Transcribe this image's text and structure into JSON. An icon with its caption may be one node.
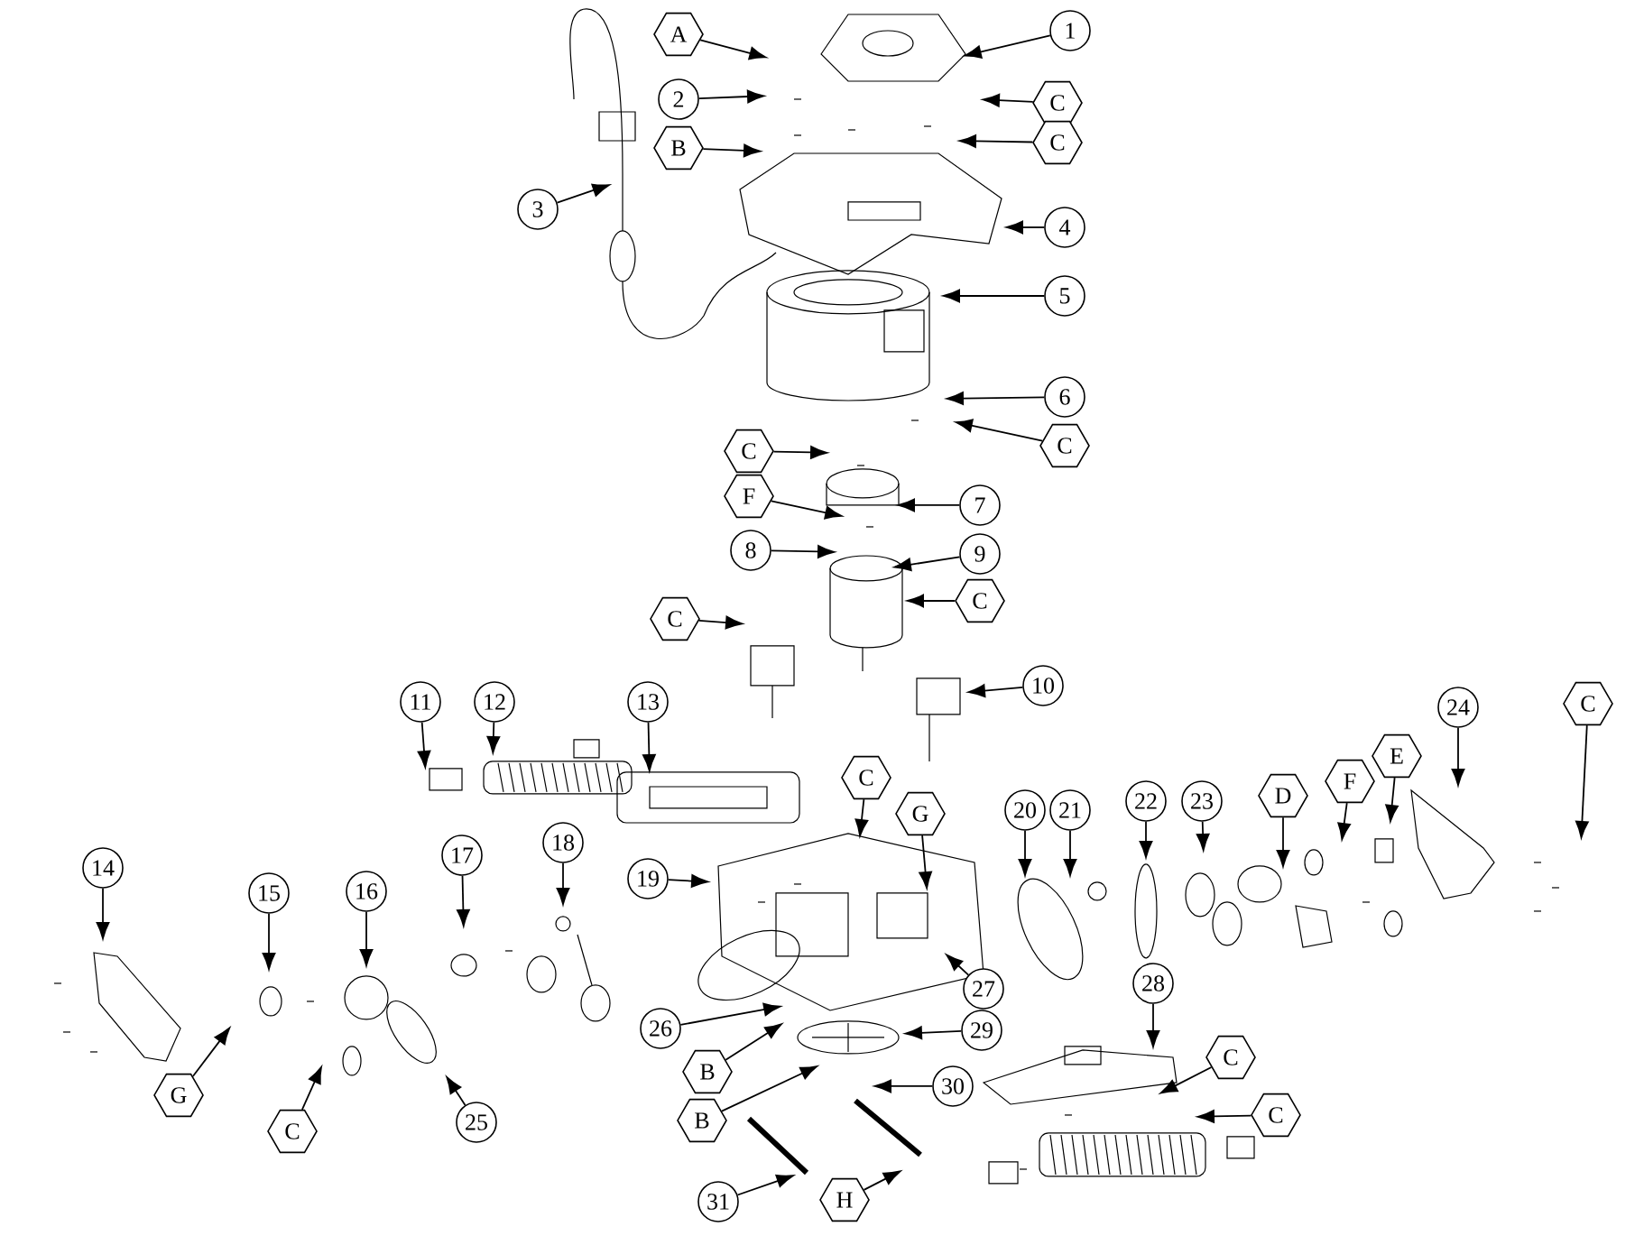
{
  "diagram": {
    "nodes": [
      {
        "text": [
          "1"
        ]
      },
      {
        "text": [
          "A"
        ]
      },
      {
        "text": [
          "2"
        ]
      },
      {
        "text": [
          "C"
        ]
      },
      {
        "text": [
          "C"
        ]
      },
      {
        "text": [
          "B"
        ]
      },
      {
        "text": [
          "3"
        ]
      },
      {
        "text": [
          "4"
        ]
      },
      {
        "text": [
          "5"
        ]
      },
      {
        "text": [
          "6"
        ]
      },
      {
        "text": [
          "C"
        ]
      },
      {
        "text": [
          "C"
        ]
      },
      {
        "text": [
          "F"
        ]
      },
      {
        "text": [
          "7"
        ]
      },
      {
        "text": [
          "8"
        ]
      },
      {
        "text": [
          "9"
        ]
      },
      {
        "text": [
          "C"
        ]
      },
      {
        "text": [
          "C"
        ]
      },
      {
        "text": [
          "10"
        ]
      },
      {
        "text": [
          "11"
        ]
      },
      {
        "text": [
          "12"
        ]
      },
      {
        "text": [
          "13"
        ]
      },
      {
        "text": [
          "C"
        ]
      },
      {
        "text": [
          "G"
        ]
      },
      {
        "text": [
          "14"
        ]
      },
      {
        "text": [
          "15"
        ]
      },
      {
        "text": [
          "16"
        ]
      },
      {
        "text": [
          "17"
        ]
      },
      {
        "text": [
          "18"
        ]
      },
      {
        "text": [
          "19"
        ]
      },
      {
        "text": [
          "20"
        ]
      },
      {
        "text": [
          "21"
        ]
      },
      {
        "text": [
          "22"
        ]
      },
      {
        "text": [
          "23"
        ]
      },
      {
        "text": [
          "D"
        ]
      },
      {
        "text": [
          "F"
        ]
      },
      {
        "text": [
          "E"
        ]
      },
      {
        "text": [
          "24"
        ]
      },
      {
        "text": [
          "C"
        ]
      },
      {
        "text": [
          "25"
        ]
      },
      {
        "text": [
          "26"
        ]
      },
      {
        "text": [
          "27"
        ]
      },
      {
        "text": [
          "29"
        ]
      },
      {
        "text": [
          "B"
        ]
      },
      {
        "text": [
          "28"
        ]
      },
      {
        "text": [
          "C"
        ]
      },
      {
        "text": [
          "30"
        ]
      },
      {
        "text": [
          "B"
        ]
      },
      {
        "text": [
          "C"
        ]
      },
      {
        "text": [
          "C"
        ]
      },
      {
        "text": [
          "G"
        ]
      },
      {
        "text": [
          "31"
        ]
      },
      {
        "text": [
          "H"
        ]
      }
    ],
    "edges": [
      {
        "from": 0,
        "to": null,
        "arrow": "to"
      },
      {
        "from": 1,
        "to": null,
        "arrow": "to"
      },
      {
        "from": 2,
        "to": null,
        "arrow": "to"
      },
      {
        "from": 3,
        "to": null,
        "arrow": "to"
      },
      {
        "from": 4,
        "to": null,
        "arrow": "to"
      },
      {
        "from": 5,
        "to": null,
        "arrow": "to"
      },
      {
        "from": 6,
        "to": null,
        "arrow": "to"
      },
      {
        "from": 7,
        "to": null,
        "arrow": "to"
      },
      {
        "from": 8,
        "to": null,
        "arrow": "to"
      },
      {
        "from": 9,
        "to": null,
        "arrow": "to"
      },
      {
        "from": 10,
        "to": null,
        "arrow": "to"
      },
      {
        "from": 11,
        "to": null,
        "arrow": "to"
      },
      {
        "from": 12,
        "to": null,
        "arrow": "to"
      },
      {
        "from": 13,
        "to": null,
        "arrow": "to"
      },
      {
        "from": 14,
        "to": null,
        "arrow": "to"
      },
      {
        "from": 15,
        "to": null,
        "arrow": "to"
      },
      {
        "from": 16,
        "to": null,
        "arrow": "to"
      },
      {
        "from": 17,
        "to": null,
        "arrow": "to"
      },
      {
        "from": 18,
        "to": null,
        "arrow": "to"
      },
      {
        "from": 19,
        "to": null,
        "arrow": "to"
      },
      {
        "from": 20,
        "to": null,
        "arrow": "to"
      },
      {
        "from": 21,
        "to": null,
        "arrow": "to"
      },
      {
        "from": 22,
        "to": null,
        "arrow": "to"
      },
      {
        "from": 23,
        "to": null,
        "arrow": "to"
      },
      {
        "from": 24,
        "to": null,
        "arrow": "to"
      },
      {
        "from": 25,
        "to": null,
        "arrow": "to"
      },
      {
        "from": 26,
        "to": null,
        "arrow": "to"
      },
      {
        "from": 27,
        "to": null,
        "arrow": "to"
      },
      {
        "from": 28,
        "to": null,
        "arrow": "to"
      },
      {
        "from": 29,
        "to": null,
        "arrow": "to"
      },
      {
        "from": 30,
        "to": null,
        "arrow": "to"
      },
      {
        "from": 31,
        "to": null,
        "arrow": "to"
      },
      {
        "from": 32,
        "to": null,
        "arrow": "to"
      },
      {
        "from": 33,
        "to": null,
        "arrow": "to"
      },
      {
        "from": 34,
        "to": null,
        "arrow": "to"
      },
      {
        "from": 35,
        "to": null,
        "arrow": "to"
      },
      {
        "from": 36,
        "to": null,
        "arrow": "to"
      },
      {
        "from": 37,
        "to": null,
        "arrow": "to"
      },
      {
        "from": 38,
        "to": null,
        "arrow": "to"
      },
      {
        "from": 39,
        "to": null,
        "arrow": "to"
      },
      {
        "from": 40,
        "to": null,
        "arrow": "to"
      },
      {
        "from": 41,
        "to": null,
        "arrow": "to"
      },
      {
        "from": 42,
        "to": null,
        "arrow": "to"
      },
      {
        "from": 43,
        "to": null,
        "arrow": "to"
      },
      {
        "from": 44,
        "to": null,
        "arrow": "to"
      },
      {
        "from": 45,
        "to": null,
        "arrow": "to"
      },
      {
        "from": 46,
        "to": null,
        "arrow": "to"
      },
      {
        "from": 47,
        "to": null,
        "arrow": "to"
      },
      {
        "from": 48,
        "to": null,
        "arrow": "to"
      },
      {
        "from": 49,
        "to": null,
        "arrow": "to"
      },
      {
        "from": 50,
        "to": null,
        "arrow": "to"
      },
      {
        "from": 51,
        "to": null,
        "arrow": "to"
      },
      {
        "from": 52,
        "to": null,
        "arrow": "to"
      }
    ]
  }
}
